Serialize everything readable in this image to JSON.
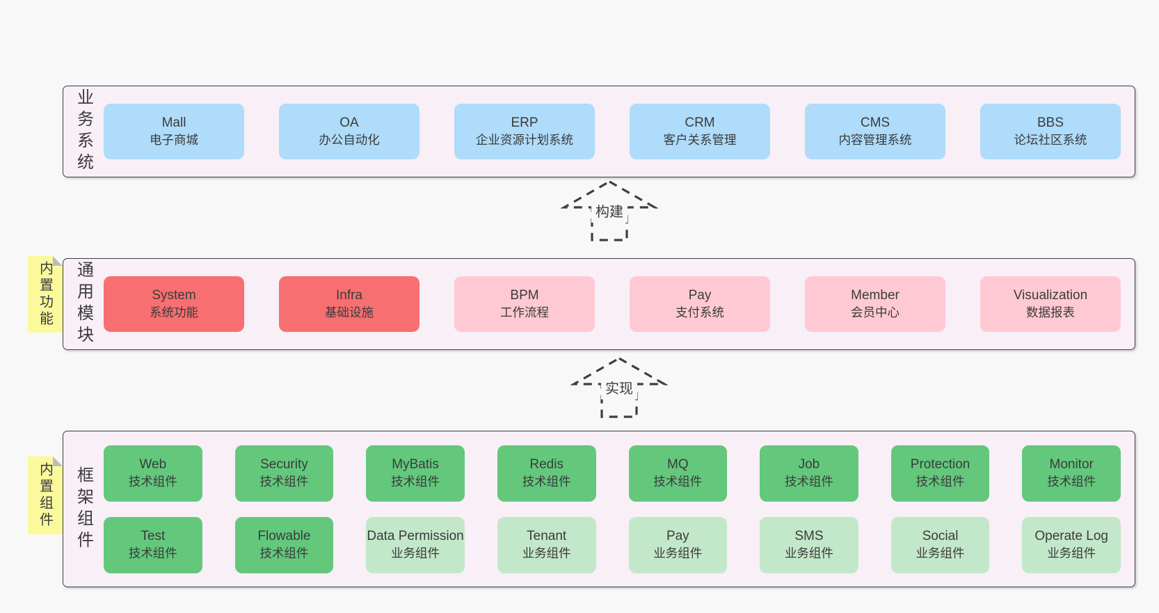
{
  "colors": {
    "page-bg": "#f8f8f8",
    "panel-bg": "#f8eff7",
    "panel-border": "#3f3f3f",
    "blue": "#aedcfa",
    "red": "#f76f70",
    "pink": "#ffc9d3",
    "green-dark": "#63c87c",
    "green-light": "#c3e8c9",
    "yellow": "#fafa9d",
    "fold": "#b9bdbe",
    "text": "#3b3b3b"
  },
  "arrows": {
    "build": {
      "label": "构建"
    },
    "implement": {
      "label": "实现"
    }
  },
  "business": {
    "label": "业务系统",
    "boxes": [
      {
        "name": "Mall",
        "desc": "电子商城"
      },
      {
        "name": "OA",
        "desc": "办公自动化"
      },
      {
        "name": "ERP",
        "desc": "企业资源计划系统"
      },
      {
        "name": "CRM",
        "desc": "客户关系管理"
      },
      {
        "name": "CMS",
        "desc": "内容管理系统"
      },
      {
        "name": "BBS",
        "desc": "论坛社区系统"
      }
    ]
  },
  "modules": {
    "label": "通用模块",
    "sticky": "内置功能",
    "boxes": [
      {
        "name": "System",
        "desc": "系统功能",
        "variant": "red"
      },
      {
        "name": "Infra",
        "desc": "基础设施",
        "variant": "red"
      },
      {
        "name": "BPM",
        "desc": "工作流程",
        "variant": "pink"
      },
      {
        "name": "Pay",
        "desc": "支付系统",
        "variant": "pink"
      },
      {
        "name": "Member",
        "desc": "会员中心",
        "variant": "pink"
      },
      {
        "name": "Visualization",
        "desc": "数据报表",
        "variant": "pink"
      }
    ]
  },
  "components": {
    "label": "框架组件",
    "sticky": "内置组件",
    "row1": [
      {
        "name": "Web",
        "desc": "技术组件",
        "variant": "green-dark"
      },
      {
        "name": "Security",
        "desc": "技术组件",
        "variant": "green-dark"
      },
      {
        "name": "MyBatis",
        "desc": "技术组件",
        "variant": "green-dark"
      },
      {
        "name": "Redis",
        "desc": "技术组件",
        "variant": "green-dark"
      },
      {
        "name": "MQ",
        "desc": "技术组件",
        "variant": "green-dark"
      },
      {
        "name": "Job",
        "desc": "技术组件",
        "variant": "green-dark"
      },
      {
        "name": "Protection",
        "desc": "技术组件",
        "variant": "green-dark"
      },
      {
        "name": "Monitor",
        "desc": "技术组件",
        "variant": "green-dark"
      }
    ],
    "row2": [
      {
        "name": "Test",
        "desc": "技术组件",
        "variant": "green-dark"
      },
      {
        "name": "Flowable",
        "desc": "技术组件",
        "variant": "green-dark"
      },
      {
        "name": "Data Permission",
        "desc": "业务组件",
        "variant": "green-light"
      },
      {
        "name": "Tenant",
        "desc": "业务组件",
        "variant": "green-light"
      },
      {
        "name": "Pay",
        "desc": "业务组件",
        "variant": "green-light"
      },
      {
        "name": "SMS",
        "desc": "业务组件",
        "variant": "green-light"
      },
      {
        "name": "Social",
        "desc": "业务组件",
        "variant": "green-light"
      },
      {
        "name": "Operate Log",
        "desc": "业务组件",
        "variant": "green-light"
      }
    ]
  }
}
